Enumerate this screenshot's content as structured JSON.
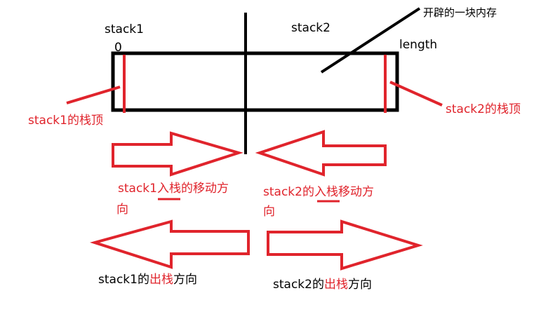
{
  "labels": {
    "stack1": "stack1",
    "stack2": "stack2",
    "zero": "0",
    "length": "length",
    "memory": "开辟的一块内存",
    "stack1_top": "stack1的栈顶",
    "stack2_top": "stack2的栈顶"
  },
  "push1": {
    "prefix": "stack1",
    "mark": "入栈",
    "suffix": "的移动方",
    "wrap": "向"
  },
  "push2": {
    "prefix": "stack2的",
    "mark": "入栈",
    "suffix": "移动方",
    "wrap": "向"
  },
  "pop1": {
    "prefix": "stack1的",
    "mark": "出栈",
    "suffix": "方向"
  },
  "pop2": {
    "prefix": "stack2的",
    "mark": "出栈",
    "suffix": "方向"
  },
  "colors": {
    "ink": "#000000",
    "accent": "#e0242c"
  }
}
